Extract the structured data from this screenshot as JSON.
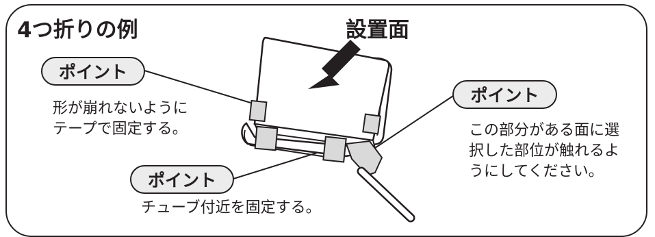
{
  "title": "4つ折りの例",
  "surface_label": "設置面",
  "points": [
    {
      "label": "ポイント",
      "note_lines": [
        "形が崩れないように",
        "テープで固定する。"
      ]
    },
    {
      "label": "ポイント",
      "note_lines": [
        "この部分がある面に選",
        "択した部位が触れるよ",
        "うにしてください。"
      ]
    },
    {
      "label": "ポイント",
      "note_lines": [
        "チューブ付近を固定する。"
      ]
    }
  ],
  "colors": {
    "line": "#231f20",
    "tape": "#d9d9d9",
    "pill_fill": "#ececec"
  }
}
